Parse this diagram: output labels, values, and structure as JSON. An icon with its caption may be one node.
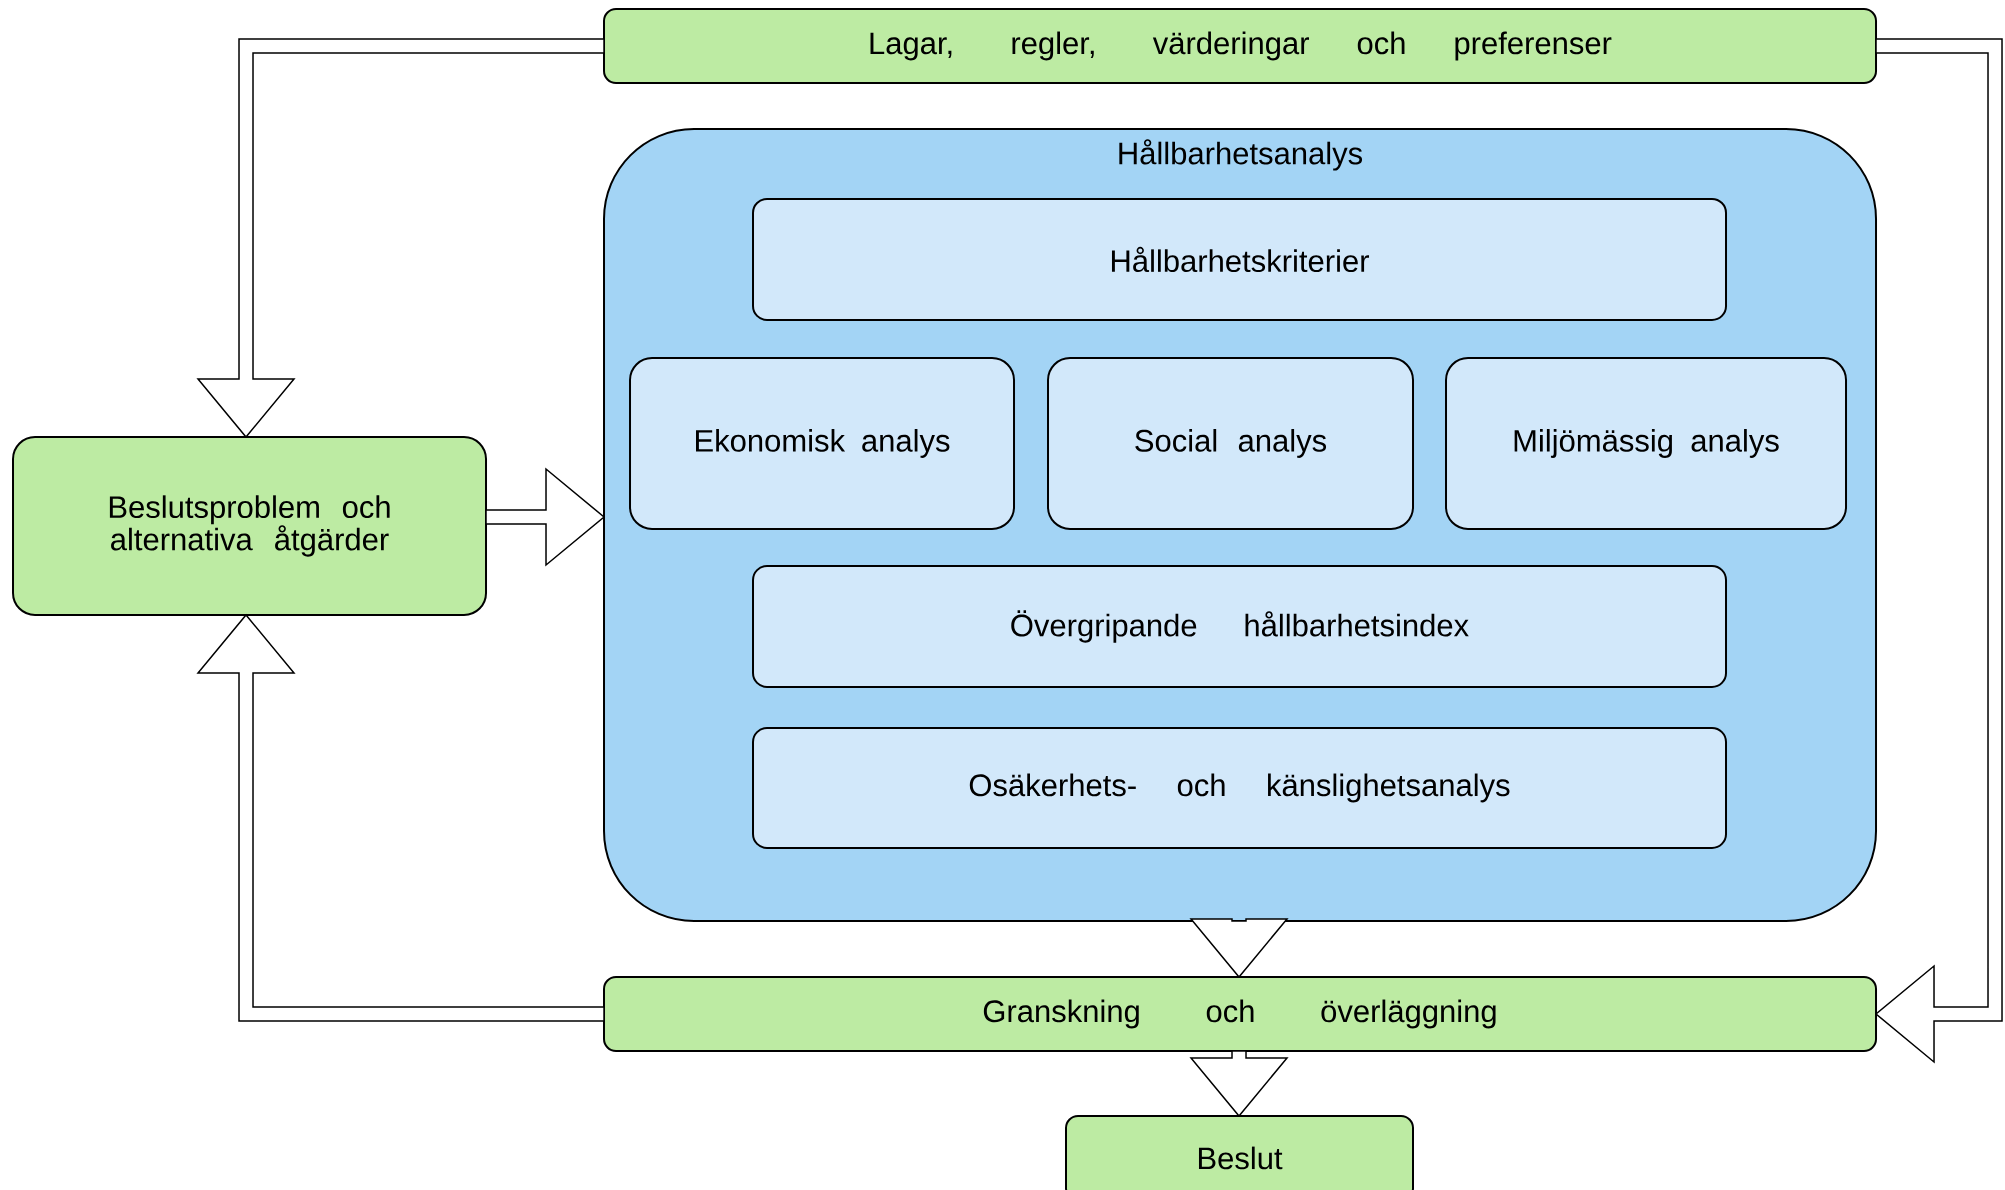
{
  "diagram": {
    "nodes": [
      {
        "text": [
          "Lagar, regler, värderingar och preferenser"
        ]
      },
      {
        "text": [
          "Beslutsproblem och alternativa åtgärder"
        ]
      },
      {
        "text": [
          "Hållbarhetsanalys"
        ]
      },
      {
        "text": [
          "Hållbarhetskriterier"
        ],
        "in": 2
      },
      {
        "text": [
          "Ekonomisk analys"
        ],
        "in": 2
      },
      {
        "text": [
          "Social analys"
        ],
        "in": 2
      },
      {
        "text": [
          "Miljömässig analys"
        ],
        "in": 2
      },
      {
        "text": [
          "Övergripande hållbarhetsindex"
        ],
        "in": 2
      },
      {
        "text": [
          "Osäkerhets- och känslighetsanalys"
        ],
        "in": 2
      },
      {
        "text": [
          "Granskning och överläggning"
        ]
      },
      {
        "text": [
          "Beslut"
        ]
      }
    ],
    "edges": [
      {
        "from": 0,
        "to": 1,
        "arrow": "to"
      },
      {
        "from": 0,
        "to": 9,
        "arrow": "to"
      },
      {
        "from": 1,
        "to": 2,
        "arrow": "to"
      },
      {
        "from": 2,
        "to": 9,
        "arrow": "to"
      },
      {
        "from": 9,
        "to": 1,
        "arrow": "to"
      },
      {
        "from": 9,
        "to": 10,
        "arrow": "to"
      }
    ]
  }
}
